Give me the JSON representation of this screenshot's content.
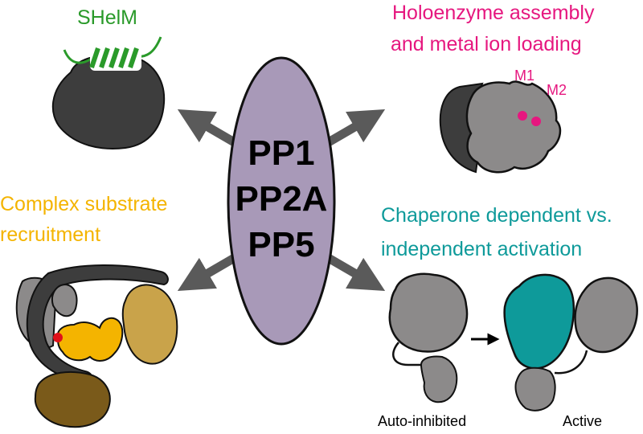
{
  "center": {
    "lines": [
      "PP1",
      "PP2A",
      "PP5"
    ],
    "fill_color": "#a899b8"
  },
  "shelm": {
    "label": "SHelM",
    "color": "#2a9a2a"
  },
  "holoenzyme": {
    "line1": "Holoenzyme assembly",
    "line2": "and metal ion loading",
    "metal1": "M1",
    "metal2": "M2",
    "color": "#e6177f"
  },
  "substrate": {
    "line1": "Complex substrate",
    "line2": "recruitment",
    "color": "#f4b400"
  },
  "chaperone": {
    "line1": "Chaperone dependent vs.",
    "line2": "independent activation",
    "state_inhibited": "Auto-inhibited",
    "state_active": "Active",
    "color": "#0e9a9a"
  },
  "colors": {
    "dark_domain": "#3d3d3d",
    "gray_domain": "#8c8a8a",
    "arrow": "#5a5a5a",
    "outline": "#111111"
  }
}
